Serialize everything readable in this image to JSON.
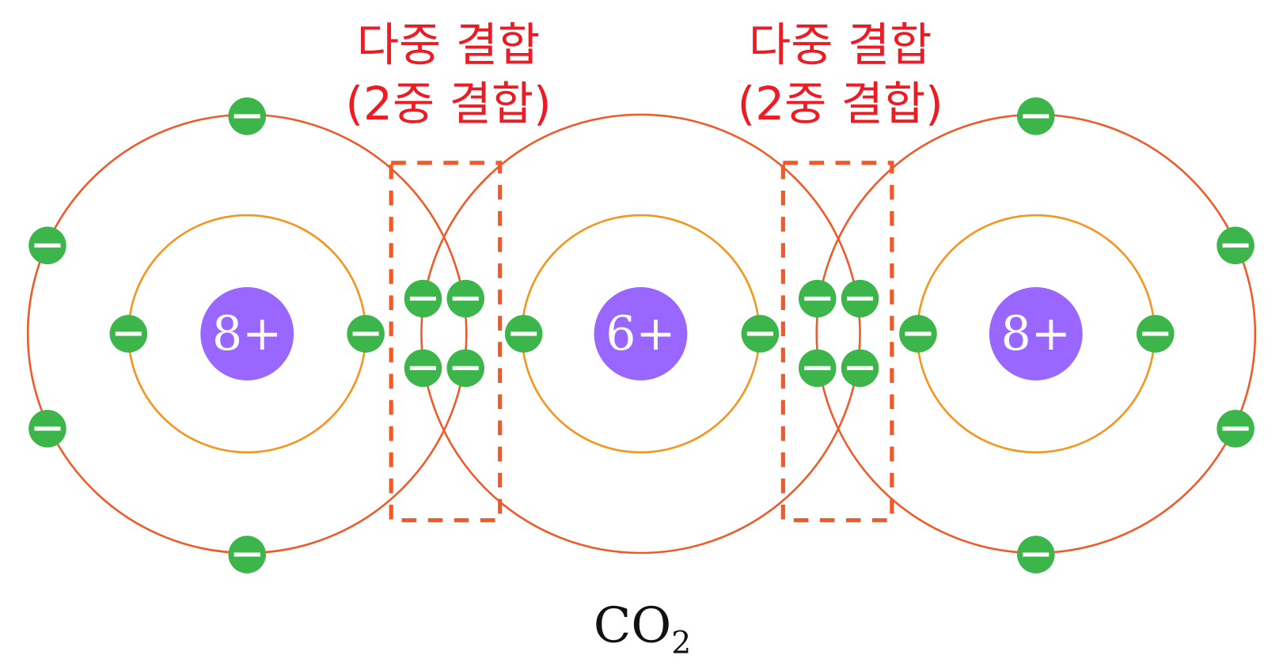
{
  "labels": [
    {
      "line1": "다중 결합",
      "line2": "(2중 결합)"
    },
    {
      "line1": "다중 결합",
      "line2": "(2중 결합)"
    }
  ],
  "atoms": [
    {
      "charge": "8+"
    },
    {
      "charge": "6+"
    },
    {
      "charge": "8+"
    }
  ],
  "formula": {
    "main": "CO",
    "subscript": "2"
  },
  "electron_symbol": "−",
  "colors": {
    "outer_shell": "#f05a28",
    "inner_shell": "#f7941d",
    "nucleus": "#9966ff",
    "electron": "#3cb54a",
    "bond_box": "#f05a28",
    "label": "#ed1c24"
  }
}
